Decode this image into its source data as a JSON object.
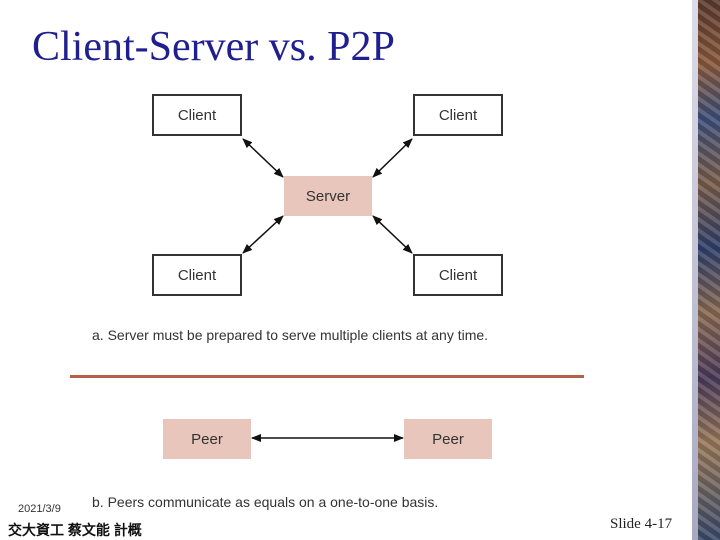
{
  "slide": {
    "title": "Client-Server vs. P2P",
    "footer_date": "2021/3/9",
    "footer_org": "交大資工 蔡文能 計概",
    "slide_number": "Slide 4-17"
  },
  "diagram_a": {
    "clients": [
      "Client",
      "Client",
      "Client",
      "Client"
    ],
    "server": "Server",
    "caption": "a. Server must be prepared to serve multiple clients at any time."
  },
  "diagram_b": {
    "peers": [
      "Peer",
      "Peer"
    ],
    "caption": "b. Peers communicate as equals on a one-to-one basis."
  },
  "colors": {
    "title": "#1f1f8f",
    "node_fill": "#e8c6bb",
    "divider": "#b4604a"
  }
}
